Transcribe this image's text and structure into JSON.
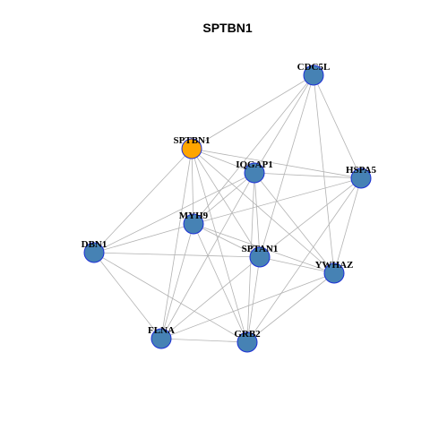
{
  "title": "SPTBN1",
  "colors": {
    "default_node": "#4682b4",
    "highlight_node": "#ffa500",
    "node_border": "#1c2fd6",
    "edge": "#b3b3b3"
  },
  "nodes": [
    {
      "id": "SPTBN1",
      "label": "SPTBN1",
      "highlight": true
    },
    {
      "id": "CDC5L",
      "label": "CDC5L",
      "highlight": false
    },
    {
      "id": "IQGAP1",
      "label": "IQGAP1",
      "highlight": false
    },
    {
      "id": "HSPA5",
      "label": "HSPA5",
      "highlight": false
    },
    {
      "id": "MYH9",
      "label": "MYH9",
      "highlight": false
    },
    {
      "id": "DBN1",
      "label": "DBN1",
      "highlight": false
    },
    {
      "id": "SPTAN1",
      "label": "SPTAN1",
      "highlight": false
    },
    {
      "id": "YWHAZ",
      "label": "YWHAZ",
      "highlight": false
    },
    {
      "id": "FLNA",
      "label": "FLNA",
      "highlight": false
    },
    {
      "id": "GRB2",
      "label": "GRB2",
      "highlight": false
    }
  ],
  "edges": [
    [
      "SPTBN1",
      "CDC5L"
    ],
    [
      "SPTBN1",
      "IQGAP1"
    ],
    [
      "SPTBN1",
      "HSPA5"
    ],
    [
      "SPTBN1",
      "MYH9"
    ],
    [
      "SPTBN1",
      "DBN1"
    ],
    [
      "SPTBN1",
      "SPTAN1"
    ],
    [
      "SPTBN1",
      "YWHAZ"
    ],
    [
      "SPTBN1",
      "FLNA"
    ],
    [
      "SPTBN1",
      "GRB2"
    ],
    [
      "CDC5L",
      "IQGAP1"
    ],
    [
      "CDC5L",
      "HSPA5"
    ],
    [
      "CDC5L",
      "MYH9"
    ],
    [
      "CDC5L",
      "SPTAN1"
    ],
    [
      "CDC5L",
      "YWHAZ"
    ],
    [
      "IQGAP1",
      "HSPA5"
    ],
    [
      "IQGAP1",
      "MYH9"
    ],
    [
      "IQGAP1",
      "DBN1"
    ],
    [
      "IQGAP1",
      "SPTAN1"
    ],
    [
      "IQGAP1",
      "YWHAZ"
    ],
    [
      "IQGAP1",
      "FLNA"
    ],
    [
      "IQGAP1",
      "GRB2"
    ],
    [
      "HSPA5",
      "MYH9"
    ],
    [
      "HSPA5",
      "SPTAN1"
    ],
    [
      "HSPA5",
      "YWHAZ"
    ],
    [
      "HSPA5",
      "GRB2"
    ],
    [
      "MYH9",
      "DBN1"
    ],
    [
      "MYH9",
      "SPTAN1"
    ],
    [
      "MYH9",
      "YWHAZ"
    ],
    [
      "MYH9",
      "FLNA"
    ],
    [
      "MYH9",
      "GRB2"
    ],
    [
      "DBN1",
      "SPTAN1"
    ],
    [
      "DBN1",
      "FLNA"
    ],
    [
      "DBN1",
      "GRB2"
    ],
    [
      "SPTAN1",
      "YWHAZ"
    ],
    [
      "SPTAN1",
      "FLNA"
    ],
    [
      "SPTAN1",
      "GRB2"
    ],
    [
      "YWHAZ",
      "FLNA"
    ],
    [
      "YWHAZ",
      "GRB2"
    ],
    [
      "FLNA",
      "GRB2"
    ]
  ]
}
